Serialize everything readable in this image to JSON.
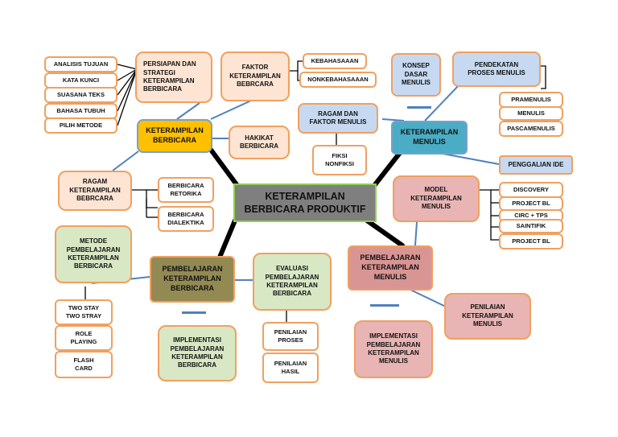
{
  "center": "KETERAMPILAN\nBERBICARA PRODUKTIF",
  "speaking": {
    "main": "KETERAMPILAN\nBERBICARA",
    "persiapan": "PERSIAPAN DAN\nSTRATEGI\nKETERAMPILAN\nBERBICARA",
    "persiapan_items": [
      "ANALISIS TUJUAN",
      "KATA KUNCI",
      "SUASANA TEKS",
      "BAHASA TUBUH",
      "PILIH METODE"
    ],
    "faktor": "FAKTOR\nKETERAMPILAN\nBEBRCARA",
    "faktor_items": [
      "KEBAHASAAAN",
      "NONKEBAHASAAAN"
    ],
    "hakikat": "HAKIKAT\nBERBICARA",
    "ragam": "RAGAM\nKETERAMPILAN\nBEBRCARA",
    "ragam_items": [
      "BERBICARA\nRETORIKA",
      "BERBICARA\nDIALEKTIKA"
    ]
  },
  "speaking_learning": {
    "main": "PEMBELAJARAN\nKETERAMPILAN\nBERBICARA",
    "metode": "METODE\nPEMBELAJARAN\nKETERAMPILAN\nBERBICARA",
    "metode_items": [
      "TWO STAY\nTWO STRAY",
      "ROLE\nPLAYING",
      "FLASH\nCARD"
    ],
    "implementasi": "IMPLEMENTASI\nPEMBELAJARAN\nKETERAMPILAN\nBERBICARA",
    "evaluasi": "EVALUASI\nPEMBELAJARAN\nKETERAMPILAN\nBERBICARA",
    "evaluasi_items": [
      "PENILAIAN\nPROSES",
      "PENILAIAN\nHASIL"
    ]
  },
  "writing": {
    "main": "KETERAMPILAN\nMENULIS",
    "konsep": "KONSEP\nDASAR\nMENULIS",
    "pendekatan": "PENDEKATAN\nPROSES MENULIS",
    "pendekatan_items": [
      "PRAMENULIS",
      "MENULIS",
      "PASCAMENULIS"
    ],
    "ragam": "RAGAM DAN\nFAKTOR MENULIS",
    "ragam_items": [
      "FIKSI\nNONFIKSI"
    ],
    "penggalian": "PENGGALIAN IDE"
  },
  "writing_learning": {
    "main": "PEMBELAJARAN\nKETERAMPILAN\nMENULIS",
    "model": "MODEL\nKETERAMPILAN\nMENULIS",
    "model_items": [
      "DISCOVERY",
      "PROJECT BL",
      "CIRC + TPS",
      "SAINTIFIK",
      "PROJECT BL"
    ],
    "implementasi": "IMPLEMENTASI\nPEMBELAJARAN\nKETERAMPILAN\nMENULIS",
    "penilaian": "PENILAIAN\nKETERAMPILAN\nMENULIS"
  },
  "colors": {
    "line": "#4f81bd",
    "thick_line": "#000000",
    "border": "#f0a060"
  }
}
